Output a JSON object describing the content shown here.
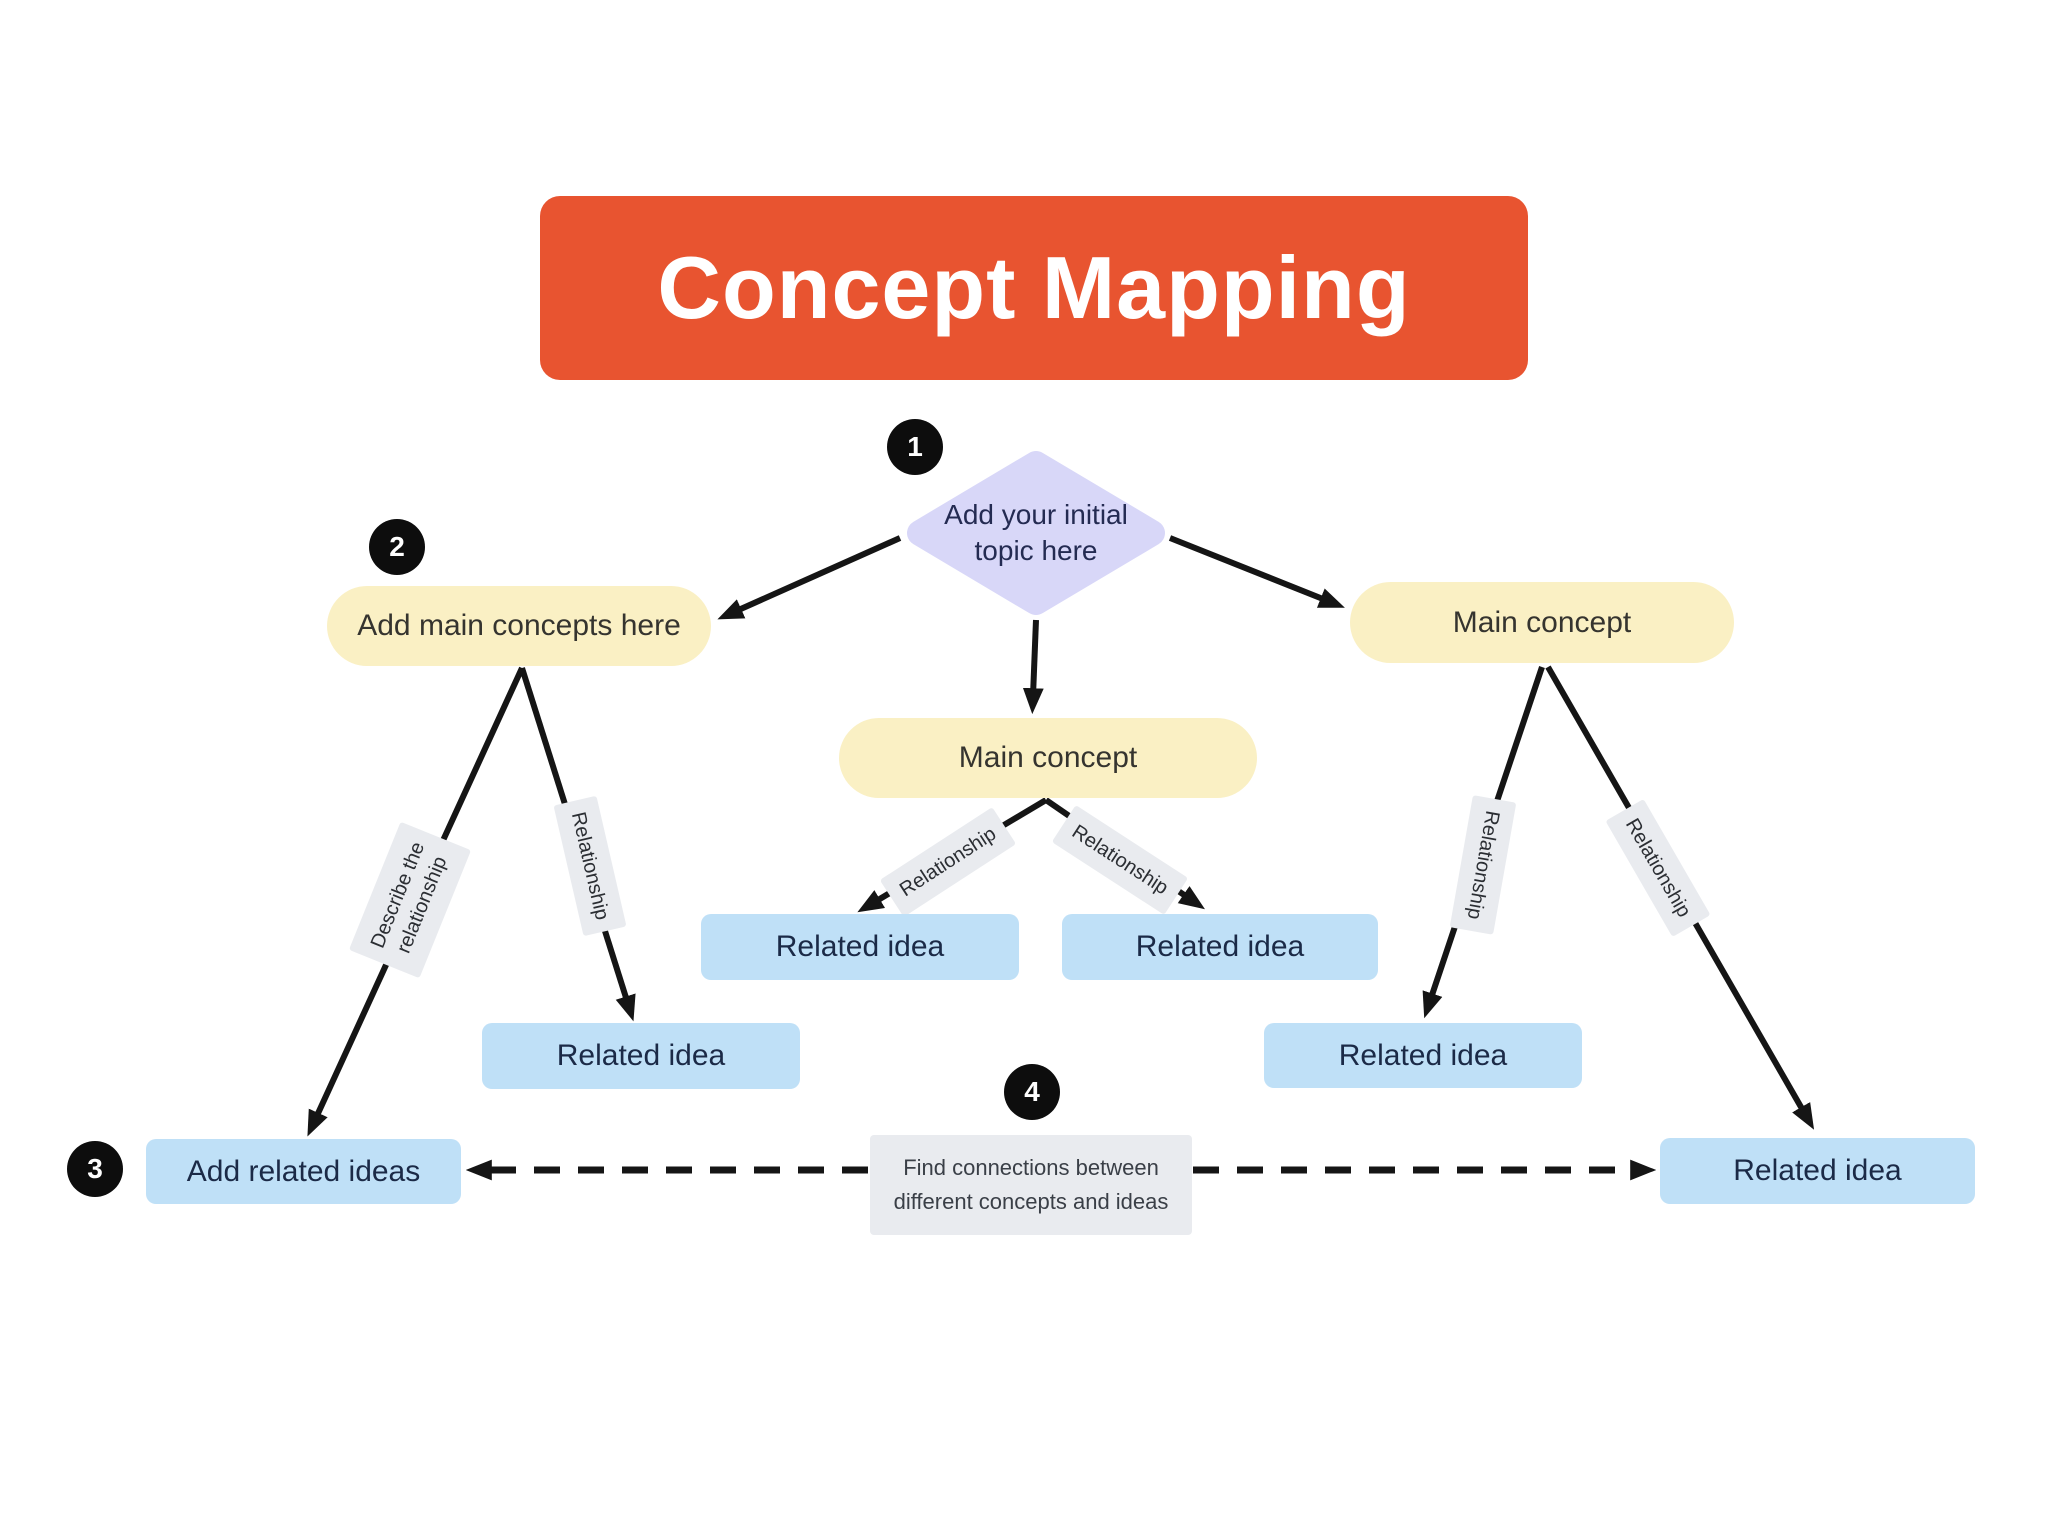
{
  "title": {
    "text": "Concept Mapping"
  },
  "steps": {
    "one": "1",
    "two": "2",
    "three": "3",
    "four": "4"
  },
  "nodes": {
    "initial_topic": "Add your initial topic here",
    "main_left": "Add main concepts here",
    "main_center": "Main concept",
    "main_right": "Main concept",
    "add_related": "Add related ideas",
    "related_left_mid": "Related idea",
    "related_center_left": "Related idea",
    "related_center_right": "Related idea",
    "related_right_mid": "Related idea",
    "related_right_bottom": "Related idea"
  },
  "edge_labels": {
    "describe": "Describe the relationship",
    "rel_left": "Relationship",
    "rel_center_left": "Relationship",
    "rel_center_right": "Relationship",
    "rel_right_inner": "Relationship",
    "rel_right_outer": "Relationship"
  },
  "note": "Find connections between different concepts and ideas",
  "colors": {
    "banner": "#E85430",
    "yellow": "#FAF0C4",
    "blue": "#BFE0F7",
    "purple": "#D8D7F8",
    "gray": "#E9EBEF",
    "ink": "#151515"
  }
}
